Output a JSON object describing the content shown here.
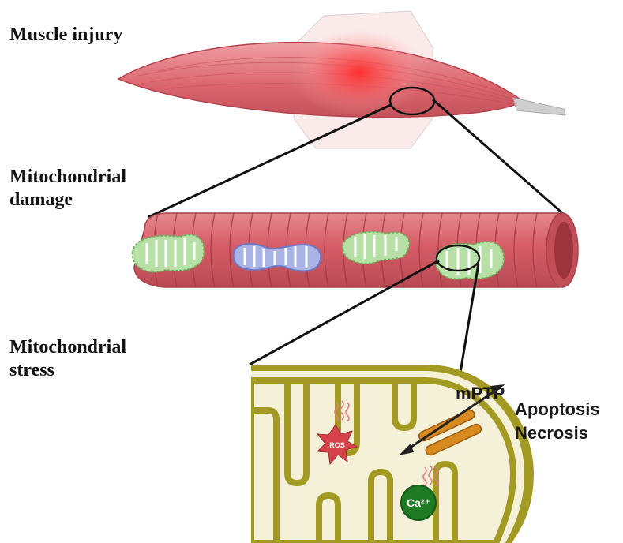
{
  "stages": [
    {
      "id": "muscle-injury",
      "lines": [
        "Muscle injury"
      ]
    },
    {
      "id": "mitochondrial-damage",
      "lines": [
        "Mitochondrial",
        "damage"
      ]
    },
    {
      "id": "mitochondrial-stress",
      "lines": [
        "Mitochondrial",
        "stress"
      ]
    }
  ],
  "detail": {
    "ros": "ROS",
    "calcium": "Ca²⁺",
    "mptp": "mPTP",
    "outcomes": [
      "Apoptosis",
      "Necrosis"
    ]
  },
  "colors": {
    "muscle": "#d9616a",
    "muscle_light": "#eb9aa0",
    "injury_glow": "#ff3b3b",
    "tendon": "#c8c8c8",
    "mito_damaged": "#b6e0a6",
    "mito_healthy": "#a9b3e6",
    "mito_matrix": "#f4f1d8",
    "mito_membrane": "#a39a24",
    "ros_star": "#d6414a",
    "calcium": "#1f7a24",
    "pore": "#d88a1f"
  }
}
